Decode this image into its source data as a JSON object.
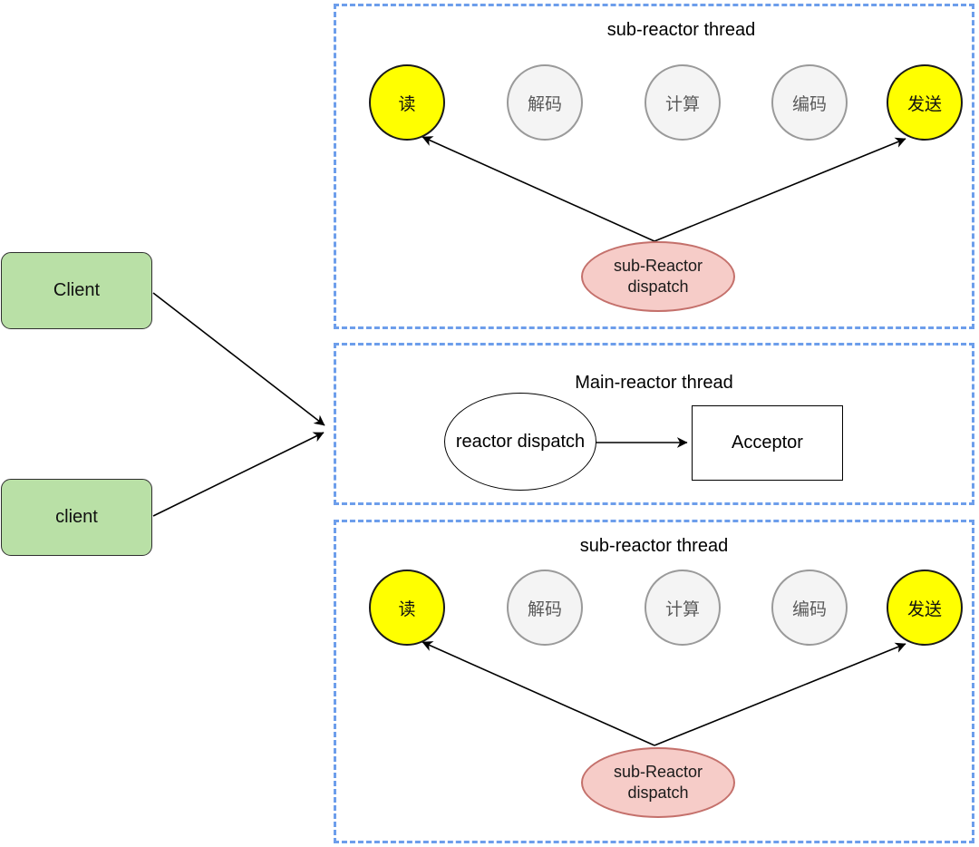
{
  "clients": [
    {
      "label": "Client"
    },
    {
      "label": "client"
    }
  ],
  "panels": [
    {
      "title": "sub-reactor thread",
      "stages": [
        {
          "label": "读",
          "state": "active"
        },
        {
          "label": "解码",
          "state": "idle"
        },
        {
          "label": "计算",
          "state": "idle"
        },
        {
          "label": "编码",
          "state": "idle"
        },
        {
          "label": "发送",
          "state": "active"
        }
      ],
      "dispatcher": {
        "line1": "sub-Reactor",
        "line2": "dispatch"
      }
    },
    {
      "title": "Main-reactor thread",
      "dispatcher_label": "reactor dispatch",
      "acceptor_label": "Acceptor"
    },
    {
      "title": "sub-reactor thread",
      "stages": [
        {
          "label": "读",
          "state": "active"
        },
        {
          "label": "解码",
          "state": "idle"
        },
        {
          "label": "计算",
          "state": "idle"
        },
        {
          "label": "编码",
          "state": "idle"
        },
        {
          "label": "发送",
          "state": "active"
        }
      ],
      "dispatcher": {
        "line1": "sub-Reactor",
        "line2": "dispatch"
      }
    }
  ],
  "connections": [
    {
      "from": "Client",
      "to": "Main-reactor thread panel"
    },
    {
      "from": "client",
      "to": "Main-reactor thread panel"
    },
    {
      "from": "reactor dispatch",
      "to": "Acceptor"
    },
    {
      "from": "sub-Reactor dispatch (top)",
      "to": "读 (top)"
    },
    {
      "from": "sub-Reactor dispatch (top)",
      "to": "发送 (top)"
    },
    {
      "from": "sub-Reactor dispatch (bottom)",
      "to": "读 (bottom)"
    },
    {
      "from": "sub-Reactor dispatch (bottom)",
      "to": "发送 (bottom)"
    }
  ],
  "colors": {
    "panel_border": "#6d9eeb",
    "client_fill": "#b9e0a6",
    "stage_active_fill": "#ffff00",
    "stage_active_border": "#1a1a1a",
    "stage_idle_fill": "#f4f4f4",
    "stage_idle_border": "#9a9a9a",
    "stage_idle_text": "#5a5a5a",
    "dispatcher_fill": "#f6ccc8",
    "dispatcher_border": "#c4706b",
    "arrow": "#000000",
    "background": "#ffffff"
  }
}
